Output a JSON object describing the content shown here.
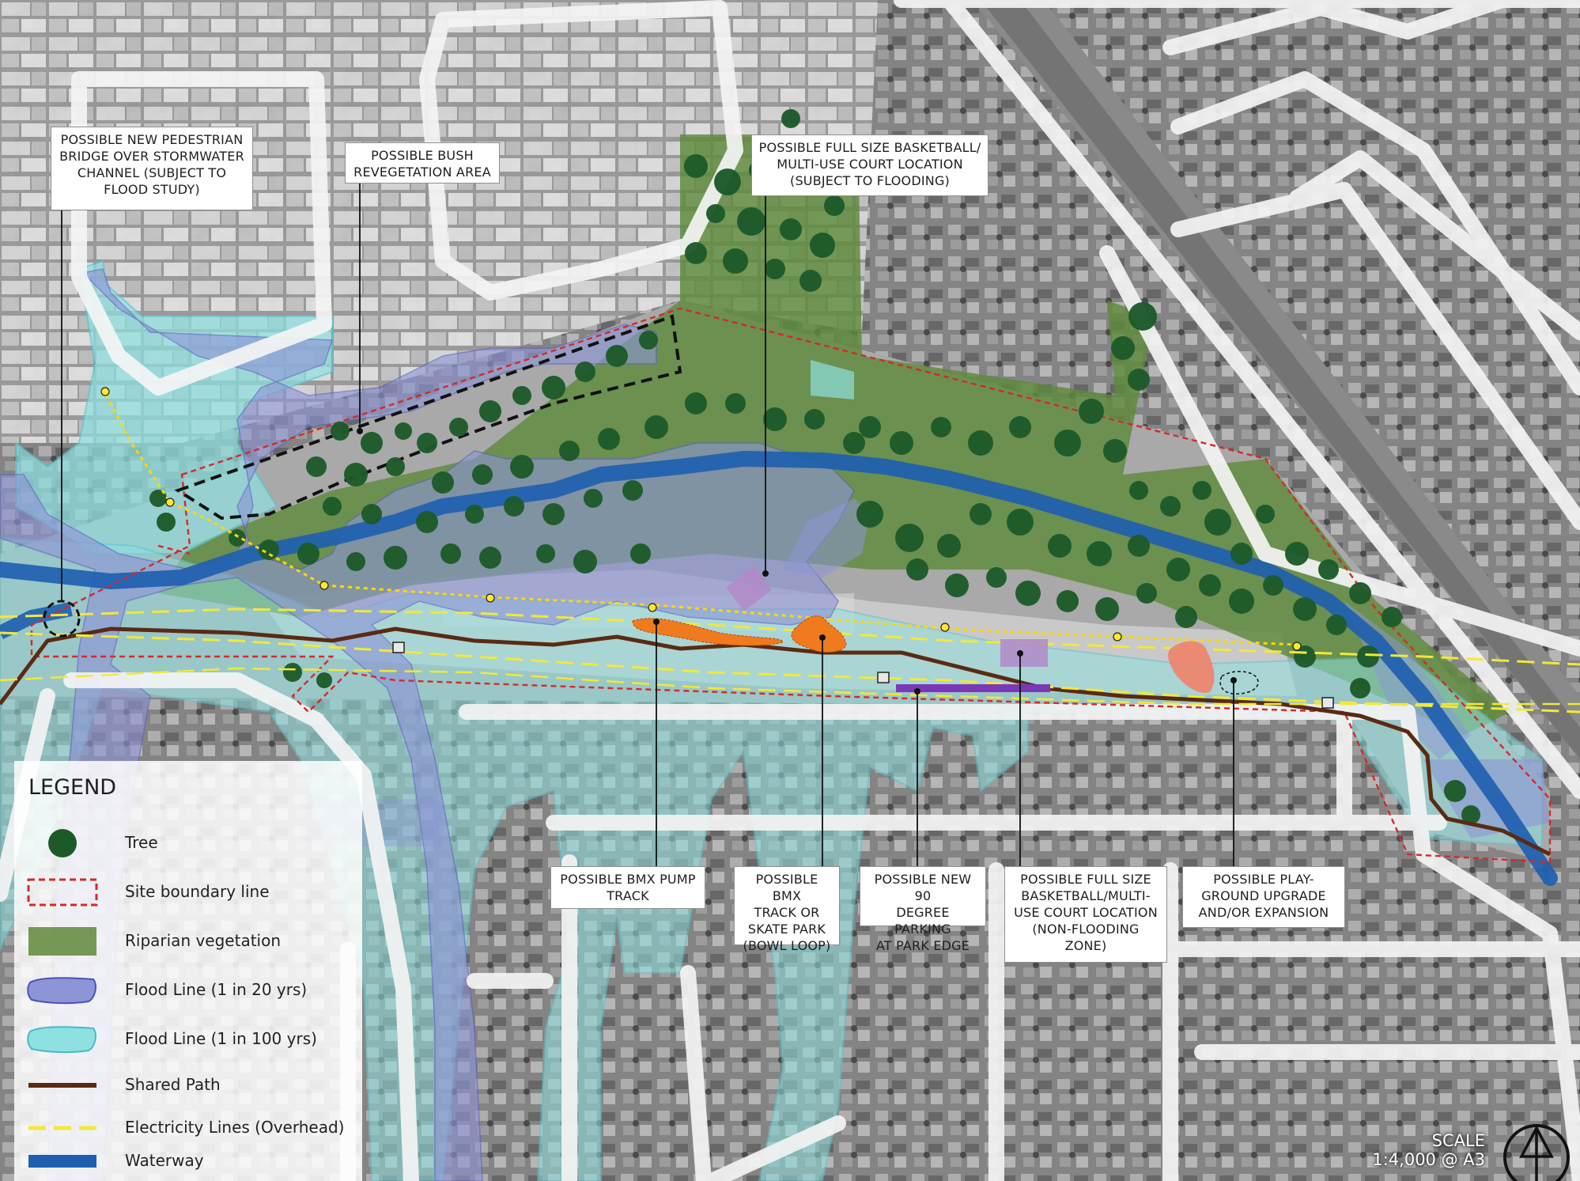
{
  "callouts": {
    "bridge": [
      "POSSIBLE NEW PEDESTRIAN",
      "BRIDGE OVER STORMWATER",
      "CHANNEL (SUBJECT TO",
      "FLOOD STUDY)"
    ],
    "bush": [
      "POSSIBLE BUSH",
      "REVEGETATION AREA"
    ],
    "court_flood": [
      "POSSIBLE FULL SIZE BASKETBALL/",
      "MULTI-USE COURT LOCATION",
      "(SUBJECT TO FLOODING)"
    ],
    "bmx_pump": [
      "POSSIBLE BMX PUMP",
      "TRACK"
    ],
    "bmx_track": [
      "POSSIBLE BMX",
      "TRACK OR",
      "SKATE PARK",
      "(BOWL LOOP)"
    ],
    "parking": [
      "POSSIBLE NEW 90",
      "DEGREE PARKING",
      "AT PARK EDGE"
    ],
    "court_nonflood": [
      "POSSIBLE FULL SIZE",
      "BASKETBALL/MULTI-",
      "USE COURT LOCATION",
      "(NON-FLOODING",
      "ZONE)"
    ],
    "playground": [
      "POSSIBLE PLAY-",
      "GROUND UPGRADE",
      "AND/OR EXPANSION"
    ]
  },
  "legend": {
    "title": "LEGEND",
    "items": [
      {
        "label": "Tree",
        "icon": "tree-icon"
      },
      {
        "label": "Site boundary line",
        "icon": "site-boundary-icon"
      },
      {
        "label": "Riparian vegetation",
        "icon": "riparian-vegetation-icon"
      },
      {
        "label": "Flood Line (1 in 20 yrs)",
        "icon": "flood-line-20-icon"
      },
      {
        "label": "Flood Line (1 in 100 yrs)",
        "icon": "flood-line-100-icon"
      },
      {
        "label": "Shared Path",
        "icon": "shared-path-icon"
      },
      {
        "label": "Electricity Lines (Overhead)",
        "icon": "electricity-lines-icon"
      },
      {
        "label": "Waterway",
        "icon": "waterway-icon"
      }
    ]
  },
  "scale": {
    "label": "SCALE",
    "value": "1:4,000 @ A3"
  },
  "colors": {
    "tree": "#1d5a2a",
    "riparian": "#5e8a3a",
    "flood20": "#8d95d6",
    "flood100": "#8fe0e0",
    "boundary": "#d42a2a",
    "path": "#5a2a12",
    "electric": "#f2e83a",
    "waterway": "#1f5fb0",
    "purple_court": "#b28ac8",
    "orange": "#f07a1e",
    "salmon": "#f0826a",
    "parking": "#7a38b8"
  }
}
